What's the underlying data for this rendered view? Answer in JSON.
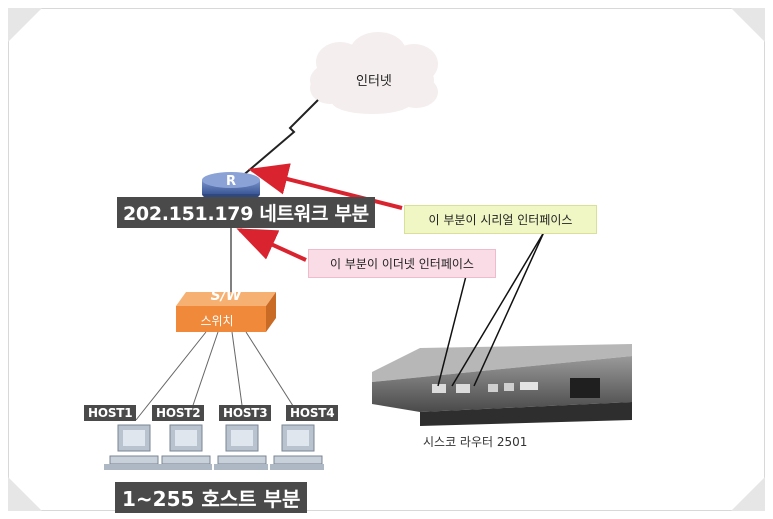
{
  "labels": {
    "internet": "인터넷",
    "router_symbol": "R",
    "network_part": "202.151.179 네트워크 부분",
    "serial_interface": "이 부분이 시리얼 인터페이스",
    "ethernet_interface": "이 부분이 이더넷 인터페이스",
    "switch_symbol": "S/W",
    "switch_name": "스위치",
    "hosts": [
      "HOST1",
      "HOST2",
      "HOST3",
      "HOST4"
    ],
    "host_part": "1~255 호스트 부분",
    "router_caption": "시스코 라우터 2501"
  },
  "colors": {
    "arrow": "#d9242f",
    "router": "#4d68a8",
    "switch": "#f08a3a",
    "label_bg": "#4a4a4a",
    "serial_callout": "#f0f7c4",
    "ethernet_callout": "#f9dce6"
  }
}
